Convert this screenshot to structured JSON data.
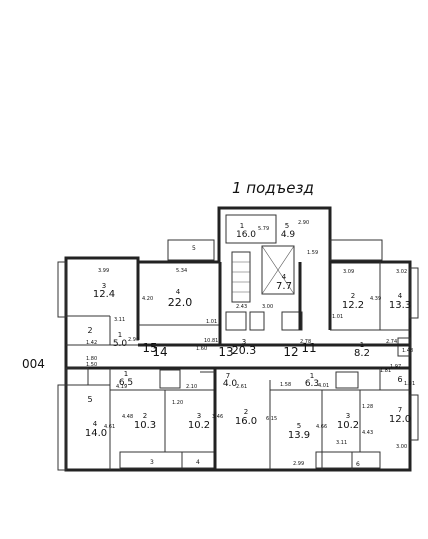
{
  "entrance_title": "1 подъезд",
  "side_label": "004",
  "corridor_numbers": [
    "15",
    "14",
    "13",
    "12",
    "11"
  ],
  "rooms": [
    {
      "name": "room-stair-top",
      "num": "1",
      "area": "16.0"
    },
    {
      "name": "room-top-right-small",
      "num": "5",
      "area": "4.9"
    },
    {
      "name": "room-a3",
      "num": "3",
      "area": "12.4"
    },
    {
      "name": "room-a4",
      "num": "4",
      "area": "22.0"
    },
    {
      "name": "room-a2-small",
      "num": "2",
      "area": ""
    },
    {
      "name": "room-a1-hall",
      "num": "1",
      "area": "5.0"
    },
    {
      "name": "room-a5-bath",
      "num": "5",
      "area": ""
    },
    {
      "name": "room-lift-hall",
      "num": "4",
      "area": "7.7"
    },
    {
      "name": "room-center-hall",
      "num": "3",
      "area": "20.3"
    },
    {
      "name": "room-b2",
      "num": "2",
      "area": "12.2"
    },
    {
      "name": "room-b4",
      "num": "4",
      "area": "13.3"
    },
    {
      "name": "room-b1-hall",
      "num": "1",
      "area": "8.2"
    },
    {
      "name": "room-b6",
      "num": "6",
      "area": ""
    },
    {
      "name": "room-c1-hall",
      "num": "1",
      "area": "6.5"
    },
    {
      "name": "room-c7-hall",
      "num": "7",
      "area": "4.0"
    },
    {
      "name": "room-c4",
      "num": "4",
      "area": "14.0"
    },
    {
      "name": "room-c2",
      "num": "2",
      "area": "10.3"
    },
    {
      "name": "room-c3",
      "num": "3",
      "area": "10.2"
    },
    {
      "name": "room-d2",
      "num": "2",
      "area": "16.0"
    },
    {
      "name": "room-d1-hall",
      "num": "1",
      "area": "6.3"
    },
    {
      "name": "room-d5",
      "num": "5",
      "area": "13.9"
    },
    {
      "name": "room-d3",
      "num": "3",
      "area": "10.2"
    },
    {
      "name": "room-d7",
      "num": "7",
      "area": "12.0"
    }
  ],
  "dimensions": [
    "3.99",
    "5.34",
    "4.20",
    "3.11",
    "2.90",
    "1.42",
    "1.80",
    "1.50",
    "1.01",
    "10.81",
    "2.43",
    "3.00",
    "1.60",
    "2.78",
    "5.79",
    "2.90",
    "1.59",
    "3.09",
    "3.02",
    "4.39",
    "1.01",
    "2.74",
    "1.48",
    "1.97",
    "1.91",
    "1.81",
    "1.28",
    "4.43",
    "4.01",
    "4.61",
    "4.19",
    "1.20",
    "2.10",
    "2.61",
    "2.99",
    "3.11",
    "3.00",
    "6.15",
    "3.46",
    "4.48",
    "4.66",
    "1.58"
  ],
  "balcony_numbers": [
    "5",
    "3",
    "4",
    "6"
  ]
}
